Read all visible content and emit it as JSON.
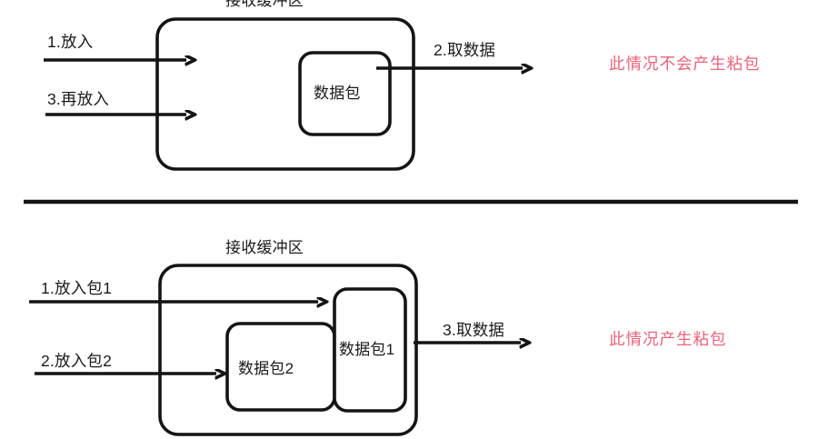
{
  "diagram": {
    "title_top": "接收缓冲区",
    "colors": {
      "stroke": "#141414",
      "note_red": "#e8637c",
      "background": "#ffffff"
    },
    "sections": [
      {
        "id": "no-sticky-packet",
        "buffer_label": "接收缓冲区",
        "in_arrows": [
          {
            "label": "1.放入"
          },
          {
            "label": "3.再放入"
          }
        ],
        "out_arrows": [
          {
            "label": "2.取数据"
          }
        ],
        "packets": [
          {
            "label": "数据包"
          }
        ],
        "note": "此情况不会产生粘包"
      },
      {
        "id": "sticky-packet",
        "buffer_label": "接收缓冲区",
        "in_arrows": [
          {
            "label": "1.放入包1"
          },
          {
            "label": "2.放入包2"
          }
        ],
        "out_arrows": [
          {
            "label": "3.取数据"
          }
        ],
        "packets": [
          {
            "label": "数据包1"
          },
          {
            "label": "数据包2"
          }
        ],
        "note": "此情况产生粘包"
      }
    ]
  }
}
